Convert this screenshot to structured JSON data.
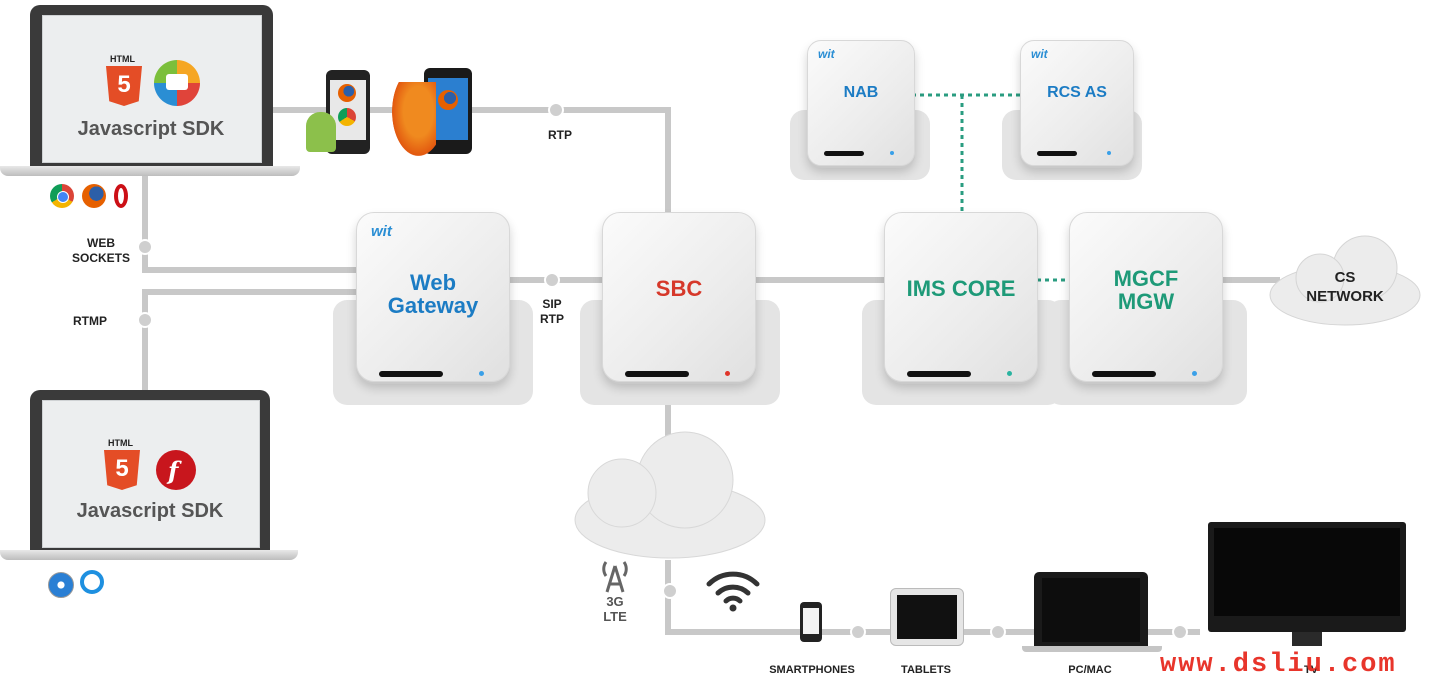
{
  "nodes": {
    "web_gateway": {
      "title": "Web\nGateway",
      "brand": "wit"
    },
    "sbc": {
      "title": "SBC"
    },
    "ims_core": {
      "title": "IMS CORE"
    },
    "mgcf_mgw": {
      "title": "MGCF\nMGW"
    },
    "nab": {
      "title": "NAB",
      "brand": "wit"
    },
    "rcs_as": {
      "title": "RCS AS",
      "brand": "wit"
    },
    "cs_network": {
      "title": "CS\nNETWORK"
    }
  },
  "laptops": {
    "top": {
      "sdk_label": "Javascript SDK",
      "html5_caption": "HTML",
      "html5_digit": "5"
    },
    "bottom": {
      "sdk_label": "Javascript SDK",
      "html5_caption": "HTML",
      "html5_digit": "5"
    }
  },
  "links": {
    "rtp": "RTP",
    "web_sockets": "WEB\nSOCKETS",
    "rtmp": "RTMP",
    "sip_rtp": "SIP\nRTP",
    "mobile": "3G\nLTE"
  },
  "devices": {
    "smartphones": "SMARTPHONES",
    "tablets": "TABLETS",
    "pc_mac": "PC/MAC",
    "tv": "TV"
  },
  "watermark": "www.dsliu.com",
  "colors": {
    "blue": "#1c7cc4",
    "red": "#d6382a",
    "green": "#1e9a78",
    "line": "#c8c8c8",
    "dotted": "#2a9c80"
  }
}
